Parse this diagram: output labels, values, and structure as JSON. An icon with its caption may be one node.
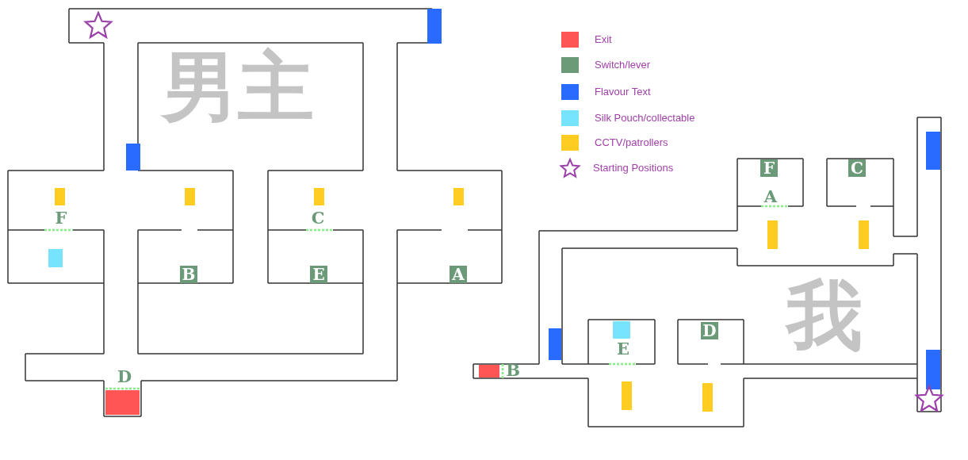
{
  "diagram": {
    "nodes": [
      {
        "text": [
          "F"
        ]
      },
      {
        "text": [
          "C"
        ]
      },
      {
        "text": [
          "B"
        ]
      },
      {
        "text": [
          "E"
        ]
      },
      {
        "text": [
          "A"
        ]
      },
      {
        "text": [
          "D"
        ]
      }
    ],
    "labels": [
      "男主",
      "F",
      "C",
      "A",
      "E",
      "B",
      "D",
      "我"
    ],
    "legend": [
      {
        "text": "Exit",
        "color": "#ff5555"
      },
      {
        "text": "Switch/lever",
        "color": "#6a9a78"
      },
      {
        "text": "Flavour Text",
        "color": "#2a6bff"
      },
      {
        "text": "Silk Pouch/collectable",
        "color": "#77e4ff"
      },
      {
        "text": "CCTV/patrollers",
        "color": "#ffcc22"
      },
      {
        "text": "Starting Positions"
      }
    ]
  }
}
